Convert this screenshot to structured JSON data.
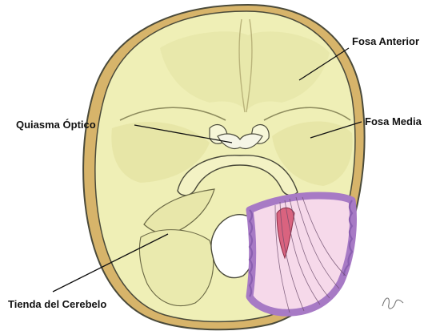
{
  "labels": {
    "fosa_anterior": "Fosa Anterior",
    "fosa_media": "Fosa Media",
    "quiasma_optico": "Quiasma Óptico",
    "tienda_cerebelo": "Tienda del Cerebelo"
  },
  "colors": {
    "bone": "#efefb6",
    "bone_shade": "#d9d89a",
    "skull_rim": "#d7b46a",
    "outline": "#4a4a3a",
    "tentorium_fill": "#f6d9ea",
    "tentorium_border": "#a77ac5",
    "dura_red": "#d9637f",
    "background": "#ffffff"
  }
}
